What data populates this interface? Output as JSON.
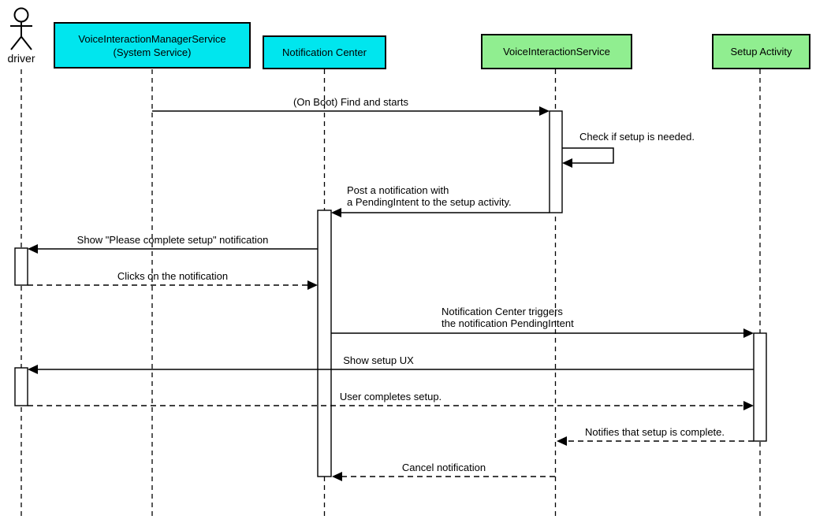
{
  "diagram_type": "uml-sequence-diagram",
  "colors": {
    "participant_cyan": "#00E6EE",
    "participant_green": "#90EE90",
    "line": "#000000",
    "background": "#FFFFFF"
  },
  "actor": {
    "name": "driver"
  },
  "participants": [
    {
      "id": "voice-interaction-manager-service",
      "line1": "VoiceInteractionManagerService",
      "line2": "(System Service)",
      "color": "#00E6EE"
    },
    {
      "id": "notification-center",
      "label": "Notification Center",
      "color": "#00E6EE"
    },
    {
      "id": "voice-interaction-service",
      "label": "VoiceInteractionService",
      "color": "#90EE90"
    },
    {
      "id": "setup-activity",
      "label": "Setup Activity",
      "color": "#90EE90"
    }
  ],
  "messages": [
    {
      "n": 1,
      "from": "VoiceInteractionManagerService (System Service)",
      "to": "VoiceInteractionService",
      "text": "(On Boot) Find and starts",
      "line_style": "solid"
    },
    {
      "n": 2,
      "from": "VoiceInteractionService",
      "to": "VoiceInteractionService",
      "text": "Check if setup is needed.",
      "line_style": "solid-self"
    },
    {
      "n": 3,
      "from": "VoiceInteractionService",
      "to": "Notification Center",
      "text_line1": "Post a notification with",
      "text_line2": "a PendingIntent to the setup activity.",
      "line_style": "solid"
    },
    {
      "n": 4,
      "from": "Notification Center",
      "to": "driver",
      "text": "Show \"Please complete setup\" notification",
      "line_style": "solid"
    },
    {
      "n": 5,
      "from": "driver",
      "to": "Notification Center",
      "text": "Clicks on the notification",
      "line_style": "dashed"
    },
    {
      "n": 6,
      "from": "Notification Center",
      "to": "Setup Activity",
      "text_line1": "Notification Center triggers",
      "text_line2": "the notification PendingIntent",
      "line_style": "solid"
    },
    {
      "n": 7,
      "from": "Setup Activity",
      "to": "driver",
      "text": "Show setup UX",
      "line_style": "solid"
    },
    {
      "n": 8,
      "from": "driver",
      "to": "Setup Activity",
      "text": "User completes setup.",
      "line_style": "dashed"
    },
    {
      "n": 9,
      "from": "Setup Activity",
      "to": "VoiceInteractionService",
      "text": "Notifies that setup is complete.",
      "line_style": "dashed"
    },
    {
      "n": 10,
      "from": "VoiceInteractionService",
      "to": "Notification Center",
      "text": "Cancel notification",
      "line_style": "dashed"
    }
  ]
}
